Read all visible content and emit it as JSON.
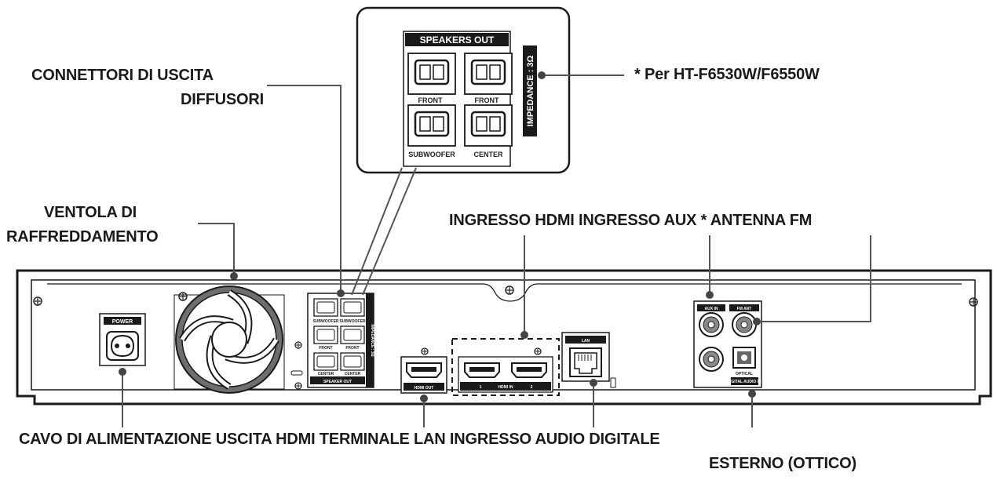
{
  "labels": {
    "speaker_connectors_line1": "CONNETTORI DI USCITA",
    "speaker_connectors_line2": "DIFFUSORI",
    "model_note": "* Per HT-F6530W/F6550W",
    "fan_line1": "VENTOLA DI",
    "fan_line2": "RAFFREDDAMENTO",
    "top_right_row": "INGRESSO HDMI INGRESSO AUX * ANTENNA FM",
    "bottom_row": "CAVO DI ALIMENTAZIONE USCITA HDMI TERMINALE LAN INGRESSO AUDIO DIGITALE",
    "bottom_row_line2": "ESTERNO (OTTICO)"
  },
  "callout": {
    "title": "SPEAKERS OUT",
    "impedance": "IMPEDANCE : 3Ω",
    "ports": [
      "FRONT",
      "FRONT",
      "SUBWOOFER",
      "CENTER"
    ]
  },
  "panel": {
    "power": "POWER",
    "hdmi_out": "HDMI OUT",
    "hdmi_in": "HDMI IN",
    "lan": "LAN",
    "aux_in": "AUX IN",
    "fm_ant": "FM ANT",
    "optical": "OPTICAL",
    "digital_audio_in": "DIGITAL AUDIO IN",
    "speaker_out": "SPEAKER OUT",
    "speaker_impedance": "IMPEDANCE : 3Ω",
    "speaker_ports": [
      "SUBWOOFER",
      "SUBWOOFER",
      "FRONT",
      "FRONT",
      "CENTER",
      "CENTER"
    ],
    "hdmi_in_ports": [
      "1",
      "2"
    ]
  }
}
